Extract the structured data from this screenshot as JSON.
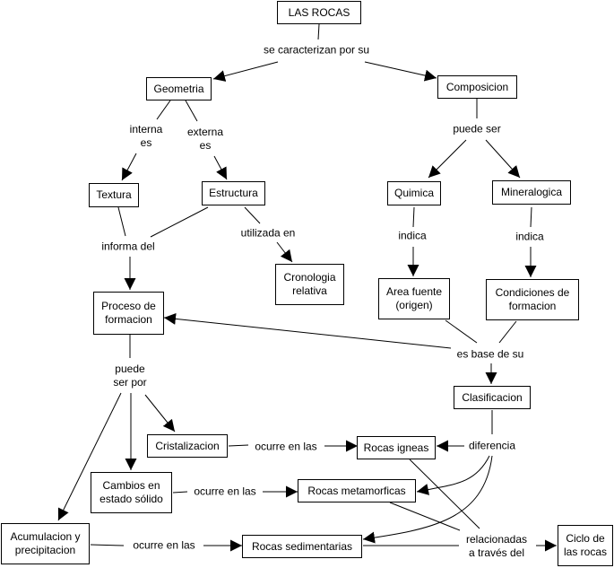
{
  "title": "LAS ROCAS",
  "concepts": {
    "las_rocas": "LAS ROCAS",
    "geometria": "Geometria",
    "composicion": "Composicion",
    "textura": "Textura",
    "estructura": "Estructura",
    "quimica": "Quimica",
    "mineralogica": "Mineralogica",
    "cronologia": "Cronologia\nrelativa",
    "area_fuente": "Area fuente\n(origen)",
    "condiciones": "Condiciones de\nformacion",
    "proceso": "Proceso de\nformacion",
    "clasificacion": "Clasificacion",
    "cristalizacion": "Cristalizacion",
    "rocas_igneas": "Rocas igneas",
    "cambios": "Cambios en\nestado sólido",
    "rocas_metamorficas": "Rocas metamorficas",
    "acumulacion": "Acumulacion y\nprecipitacion",
    "rocas_sedimentarias": "Rocas sedimentarias",
    "ciclo": "Ciclo de\nlas rocas"
  },
  "links": {
    "se_caracterizan": "se caracterizan por su",
    "interna": "interna\nes",
    "externa": "externa\nes",
    "puede_ser": "puede ser",
    "informa_del": "informa del",
    "utilizada_en": "utilizada en",
    "indica_1": "indica",
    "indica_2": "indica",
    "es_base": "es base de su",
    "puede_ser_por": "puede\nser por",
    "ocurre_1": "ocurre en las",
    "ocurre_2": "ocurre en las",
    "ocurre_3": "ocurre en las",
    "diferencia": "diferencia",
    "relacionadas": "relacionadas\na través del"
  },
  "colors": {
    "line": "#000000",
    "background": "#ffffff"
  }
}
